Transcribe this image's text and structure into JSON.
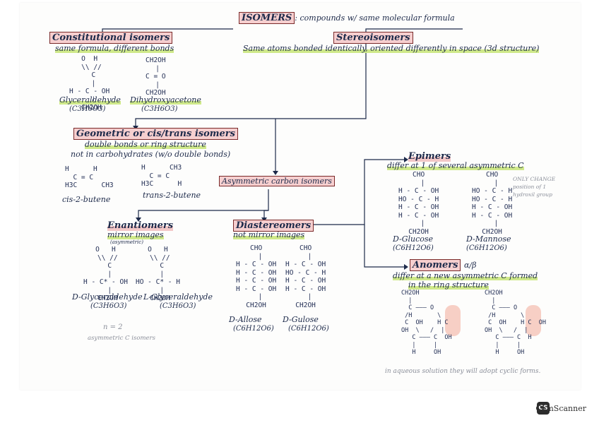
{
  "title": {
    "term": "ISOMERS",
    "rest": ": compounds w/ same molecular formula"
  },
  "constitutional": {
    "label": "Constitutional isomers",
    "desc": "same formula, different bonds",
    "glyceraldehyde": {
      "struct": "O  H\n \\\\ //\n  C\n  |\nH - C - OH\n  |\n CH2OH",
      "name": "Glyceraldehyde",
      "formula": "(C3H6O3)"
    },
    "dihydroxyacetone": {
      "struct": "CH2OH\n |\nC = O\n |\nCH2OH",
      "name": "Dihydroxyacetone",
      "formula": "(C3H6O3)"
    }
  },
  "stereo": {
    "label": "Stereoisomers",
    "desc": "Same atoms bonded identically, oriented differently in space (3d structure)"
  },
  "geometric": {
    "label": "Geometric or cis/trans isomers",
    "line2": "double bonds or ring structure",
    "line3": "not in carbohydrates (w/o double bonds)",
    "cis": {
      "struct": "H      H\n  C = C\nH3C      CH3",
      "name": "cis-2-butene"
    },
    "trans": {
      "struct": "H      CH3\n  C = C\nH3C      H",
      "name": "trans-2-butene"
    }
  },
  "asymmetric": {
    "label": "Asymmetric carbon isomers"
  },
  "enantiomers": {
    "label": "Enantiomers",
    "desc": "mirror images",
    "sub": "(asymmetric)",
    "d": {
      "struct": "O   H\n \\\\ //\n  C\n  |\nH - C* - OH\n  |\n CH2OH",
      "name": "D-Glyceraldehyde",
      "formula": "(C3H6O3)"
    },
    "l": {
      "struct": "O   H\n \\\\ //\n  C\n  |\nHO - C* - H\n  |\n CH2OH",
      "name": "L-Glyceraldehyde",
      "formula": "(C3H6O3)"
    },
    "note1": "n = 2",
    "note2": "asymmetric C   isomers"
  },
  "diastereomers": {
    "label": "Diastereomers",
    "desc": "not mirror images",
    "allose": {
      "struct": "CHO\n  |\nH - C - OH\nH - C - OH\nH - C - OH\nH - C - OH\n  |\nCH2OH",
      "name": "D-Allose",
      "formula": "(C6H12O6)"
    },
    "gulose": {
      "struct": "CHO\n  |\nH - C - OH\nHO - C - H\nH - C - OH\nH - C - OH\n  |\nCH2OH",
      "name": "D-Gulose",
      "formula": "(C6H12O6)"
    }
  },
  "epimers": {
    "label": "Epimers",
    "desc": "differ at 1 of several asymmetric C",
    "glucose": {
      "struct": "CHO\n  |\nH - C - OH\nHO - C - H\nH - C - OH\nH - C - OH\n  |\nCH2OH",
      "name": "D-Glucose",
      "formula": "(C6H12O6)"
    },
    "mannose": {
      "struct": "CHO\n  |\nHO - C - H\nHO - C - H\nH - C - OH\nH - C - OH\n  |\nCH2OH",
      "name": "D-Mannose",
      "formula": "(C6H12O6)"
    },
    "note": "ONLY CHANGE\nposition of 1\nhydroxil group"
  },
  "anomers": {
    "label": "Anomers",
    "symbol": "α/β",
    "desc1": "differ at a new asymmetric C formed",
    "desc2": "in the ring structure",
    "alpha": {
      "struct": "CH2OH\n  |\n  C ——— O\n /H       \\\n C  OH    H C\nOH  \\   /  |\n   C ——— C  OH\n   |     |\n   H     OH"
    },
    "beta": {
      "struct": "CH2OH\n  |\n  C ——— O\n /H       \\\n C  OH    H C  OH\nOH  \\   /  |\n   C ——— C  H\n   |     |\n   H     OH"
    },
    "note": "in aqueous solution they will adopt cyclic forms."
  },
  "footer": {
    "brand": "CamScanner",
    "logo": "CS"
  }
}
